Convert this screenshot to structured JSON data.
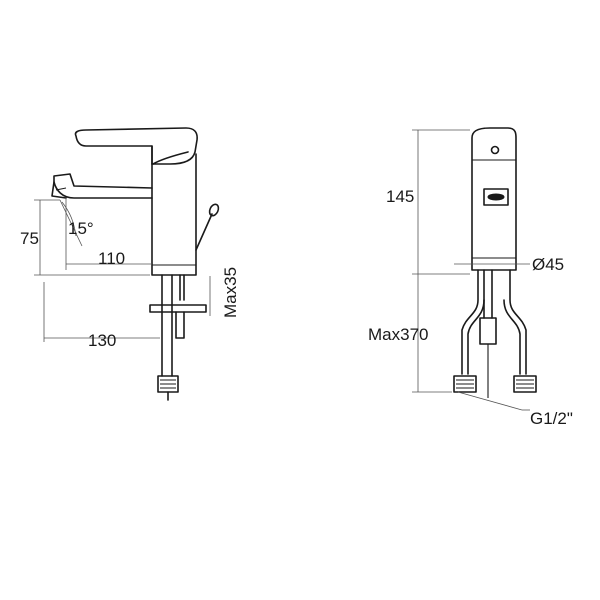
{
  "front_view": {
    "dim_spout_height": "75",
    "dim_spout_angle": "15°",
    "dim_spout_reach": "110",
    "dim_overall_reach": "130",
    "dim_max_deck": "Max35"
  },
  "side_view": {
    "dim_height": "145",
    "dim_diameter": "Ø45",
    "dim_max_hose": "Max370",
    "dim_thread": "G1/2\""
  },
  "colors": {
    "line": "#1a1a1a",
    "dimension": "#555555",
    "background": "#ffffff"
  }
}
